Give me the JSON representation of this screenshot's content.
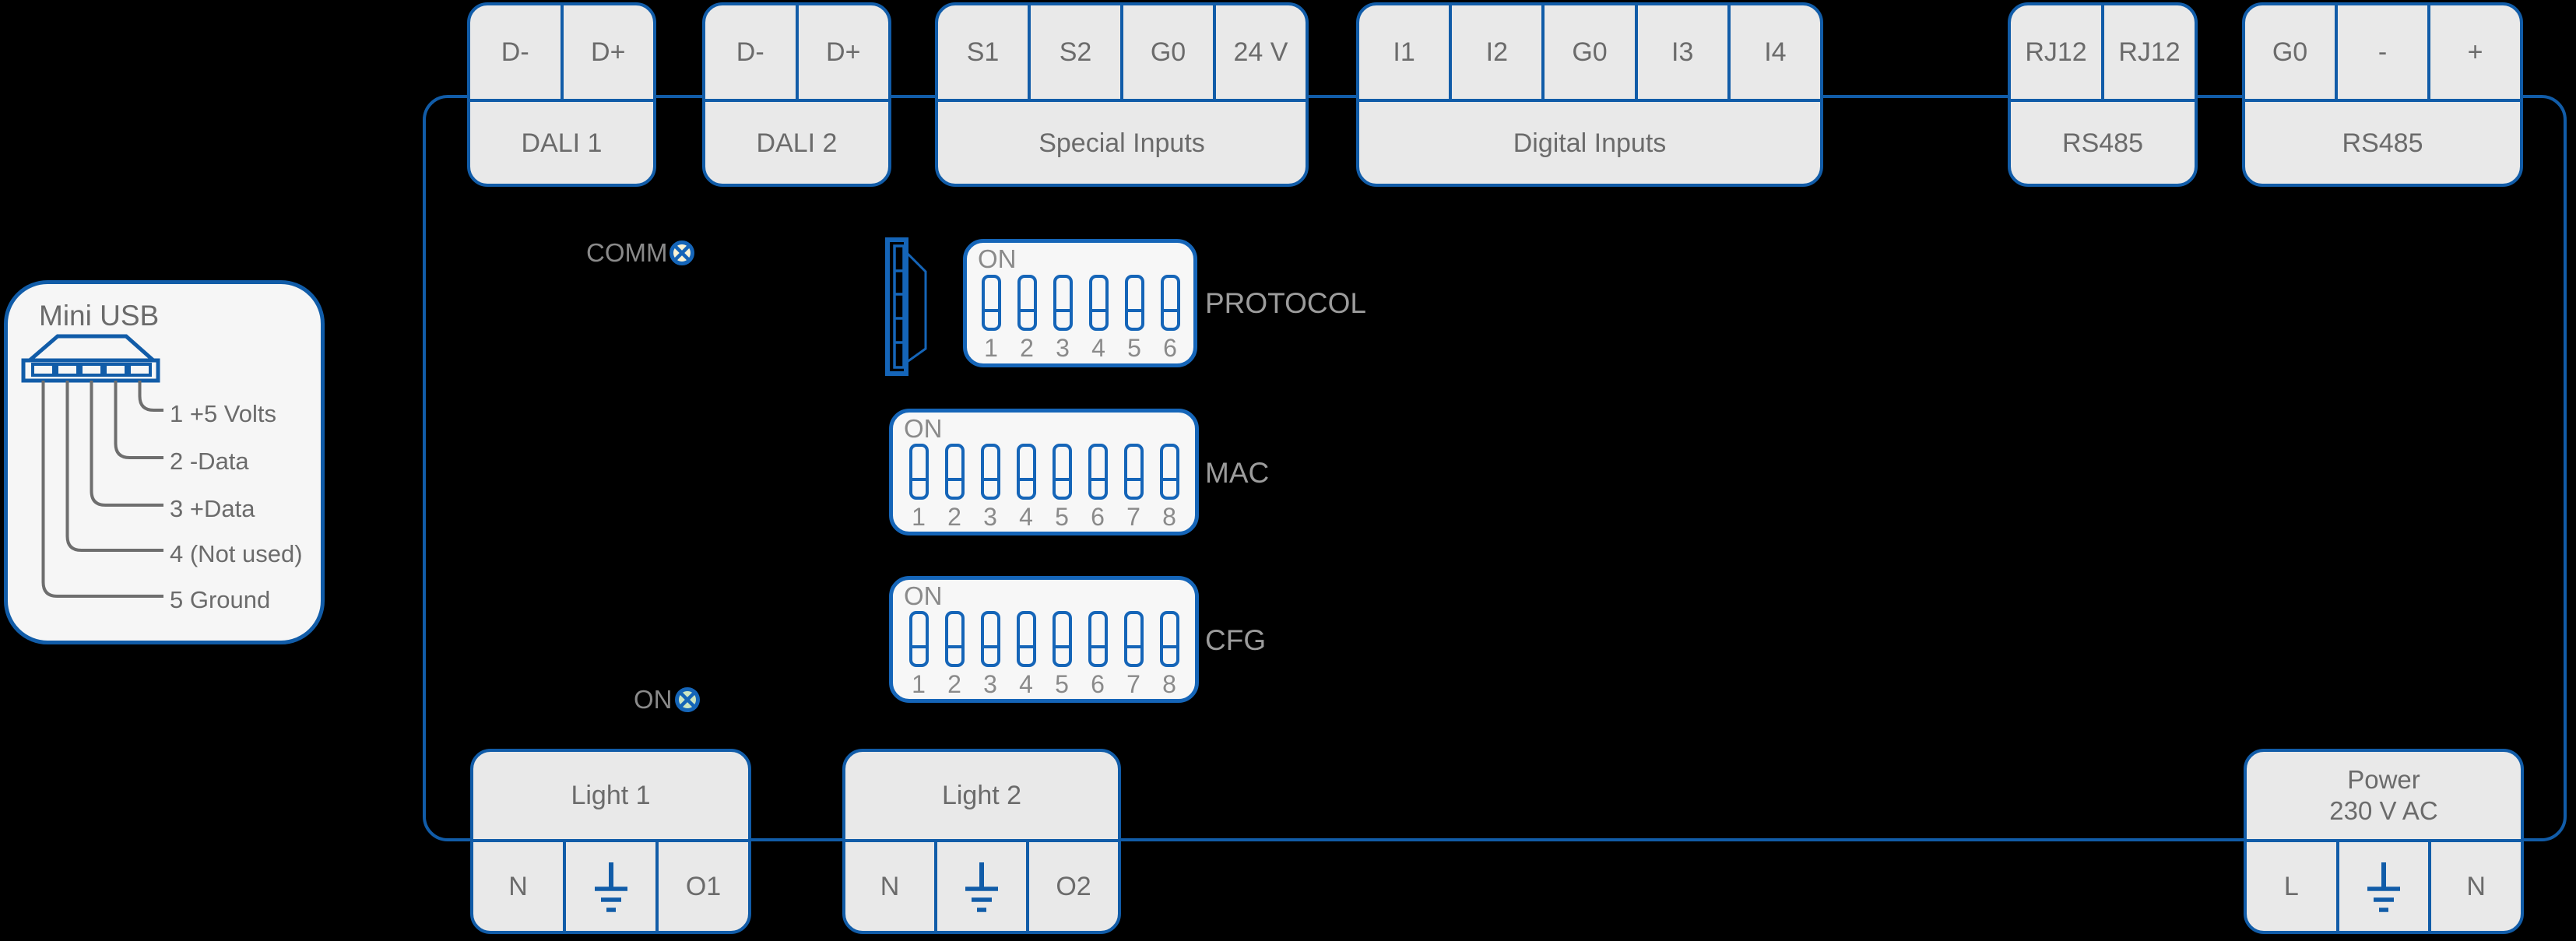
{
  "colors": {
    "outline_blue": "#115CA8",
    "dip_blue": "#1565B8",
    "terminal_fill": "#E9E9E9",
    "panel_fill": "#F7F7F7",
    "label_text": "#6B6B6B",
    "secondary_text": "#8A8A8A",
    "dip_label_text": "#9C9C9C",
    "wire_gray": "#6E6E6E",
    "comm_led_fill": "#FAF3D5",
    "on_led_fill": "#CDE6C2",
    "background": "#000000"
  },
  "top_blocks": {
    "dali1": {
      "label": "DALI 1",
      "cells": [
        "D-",
        "D+"
      ]
    },
    "dali2": {
      "label": "DALI 2",
      "cells": [
        "D-",
        "D+"
      ]
    },
    "special_inputs": {
      "label": "Special Inputs",
      "cells": [
        "S1",
        "S2",
        "G0",
        "24 V"
      ]
    },
    "digital_inputs": {
      "label": "Digital Inputs",
      "cells": [
        "I1",
        "I2",
        "G0",
        "I3",
        "I4"
      ]
    },
    "rs485_rj12": {
      "label": "RS485",
      "cells": [
        "RJ12",
        "RJ12"
      ]
    },
    "rs485_screw": {
      "label": "RS485",
      "cells": [
        "G0",
        "-",
        "+"
      ]
    }
  },
  "bottom_blocks": {
    "light1": {
      "label": "Light 1",
      "cell_left": "N",
      "cell_middle_icon": "earth-ground",
      "cell_right": "O1"
    },
    "light2": {
      "label": "Light 2",
      "cell_left": "N",
      "cell_middle_icon": "earth-ground",
      "cell_right": "O2"
    },
    "power": {
      "label_line1": "Power",
      "label_line2": "230 V AC",
      "cell_left": "L",
      "cell_middle_icon": "earth-ground",
      "cell_right": "N"
    }
  },
  "usb_panel": {
    "title": "Mini USB",
    "pin_labels": [
      "1 +5 Volts",
      "2 -Data",
      "3 +Data",
      "4 (Not used)",
      "5 Ground"
    ]
  },
  "indicators": {
    "comm": "COMM",
    "power_on": "ON"
  },
  "dip_switches": {
    "protocol": {
      "on_label": "ON",
      "label": "PROTOCOL",
      "positions": [
        "1",
        "2",
        "3",
        "4",
        "5",
        "6"
      ]
    },
    "mac": {
      "on_label": "ON",
      "label": "MAC",
      "positions": [
        "1",
        "2",
        "3",
        "4",
        "5",
        "6",
        "7",
        "8"
      ]
    },
    "cfg": {
      "on_label": "ON",
      "label": "CFG",
      "positions": [
        "1",
        "2",
        "3",
        "4",
        "5",
        "6",
        "7",
        "8"
      ]
    }
  }
}
